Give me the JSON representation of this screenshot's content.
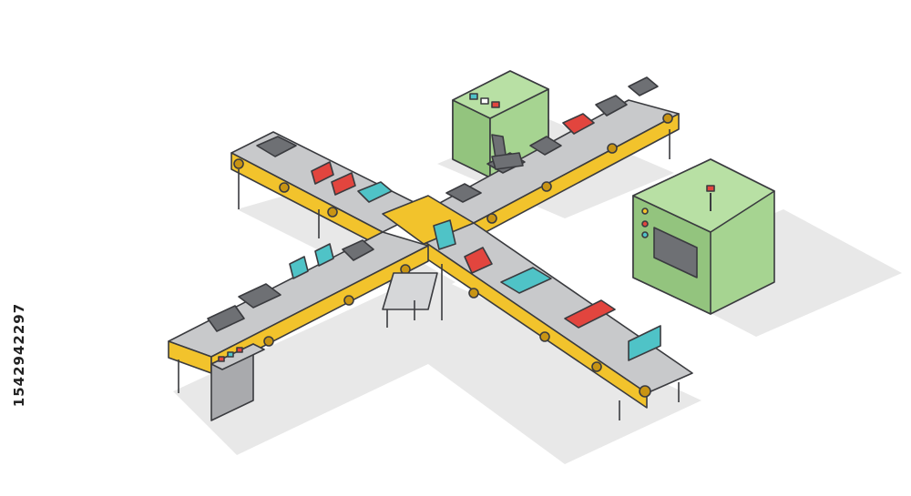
{
  "image": {
    "side_text": "1542942297",
    "colors": {
      "belt": "#f2c32c",
      "belt_dark": "#c89414",
      "belt_top": "#c8c9cb",
      "machine_green": "#a6d491",
      "machine_green_dark": "#7fb06c",
      "outline": "#3a3b3f",
      "shadow": "#e6e6e6",
      "item_red": "#e2453e",
      "item_teal": "#4fc3c7",
      "item_gray": "#6e7074"
    },
    "icons": [
      "conveyor-belt",
      "industrial-machine",
      "robotic-arm",
      "control-panel",
      "package-box"
    ]
  }
}
